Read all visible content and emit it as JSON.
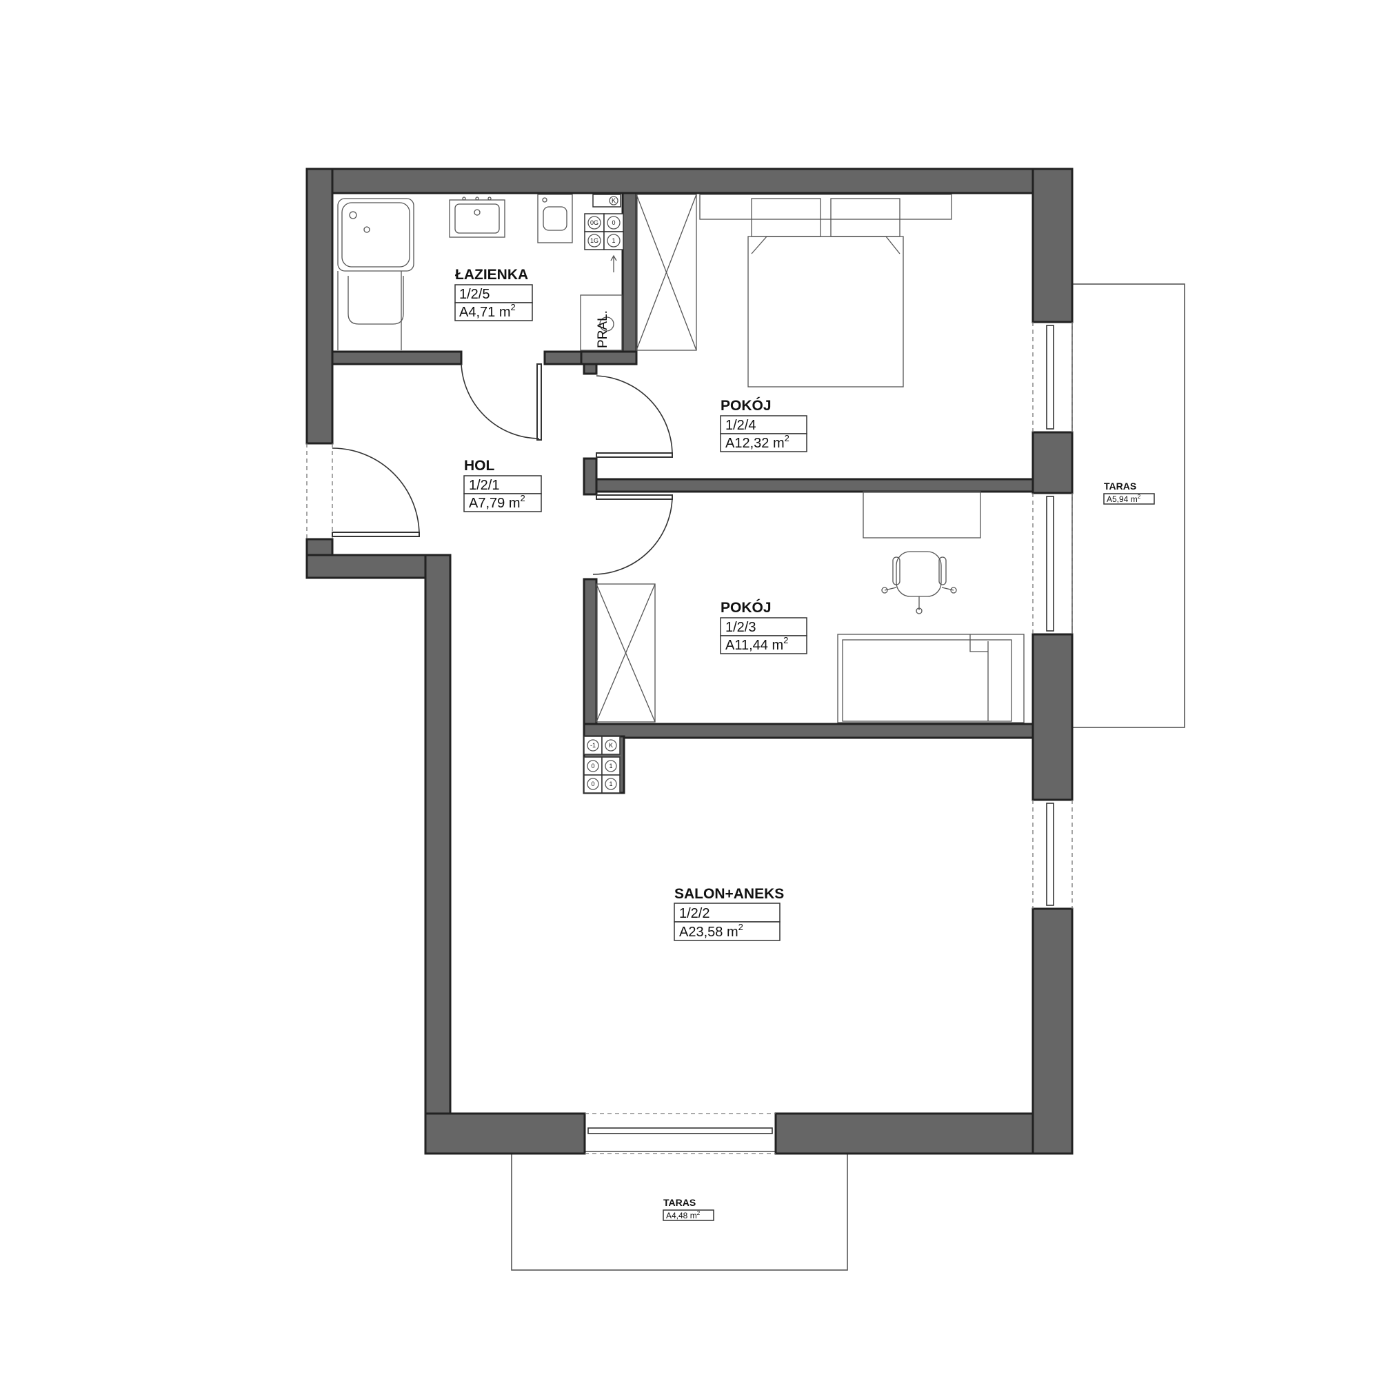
{
  "rooms": {
    "bathroom": {
      "name": "ŁAZIENKA",
      "id": "1/2/5",
      "area": "A4,71 m",
      "unit_sup": "2"
    },
    "bedroom1": {
      "name": "POKÓJ",
      "id": "1/2/4",
      "area": "A12,32 m",
      "unit_sup": "2"
    },
    "hall": {
      "name": "HOL",
      "id": "1/2/1",
      "area": "A7,79 m",
      "unit_sup": "2"
    },
    "bedroom2": {
      "name": "POKÓJ",
      "id": "1/2/3",
      "area": "A11,44 m",
      "unit_sup": "2"
    },
    "living": {
      "name": "SALON+ANEKS",
      "id": "1/2/2",
      "area": "A23,58 m",
      "unit_sup": "2"
    }
  },
  "terraces": {
    "east": {
      "name": "TARAS",
      "area": "A5,94 m",
      "unit_sup": "2"
    },
    "south": {
      "name": "TARAS",
      "area": "A4,48 m",
      "unit_sup": "2"
    }
  },
  "fixtures": {
    "washer_label": "PRAL.",
    "bathroom_panel": [
      "K",
      "0G",
      "0",
      "1G",
      "1"
    ],
    "living_panel": [
      "-1",
      "K",
      "0",
      "1",
      "0",
      "1"
    ]
  }
}
